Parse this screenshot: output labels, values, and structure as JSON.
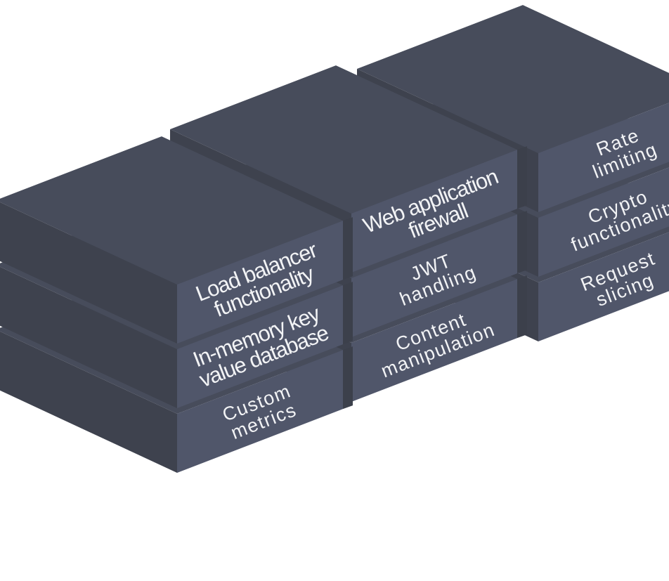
{
  "diagram": {
    "title": "",
    "colors": {
      "front": "#50566a",
      "top": "#474c5b",
      "side": "#3e424e",
      "groove": "#3c404b",
      "text": "#f2f3f5",
      "background": "#ffffff"
    },
    "columns": [
      {
        "id": "left",
        "blocks": [
          {
            "id": "load-balancer",
            "lines": [
              "Load balancer",
              "functionality"
            ],
            "style": "condensed"
          },
          {
            "id": "in-memory-kv",
            "lines": [
              "In-memory key",
              "value database"
            ],
            "style": "condensed"
          },
          {
            "id": "custom-metrics",
            "lines": [
              "Custom",
              "metrics"
            ],
            "style": "wide"
          }
        ]
      },
      {
        "id": "middle",
        "blocks": [
          {
            "id": "web-application-firewall",
            "lines": [
              "Web application",
              "firewall"
            ],
            "style": "condensed"
          },
          {
            "id": "jwt-handling",
            "lines": [
              "JWT",
              "handling"
            ],
            "style": "wide"
          },
          {
            "id": "content-manipulation",
            "lines": [
              "Content",
              "manipulation"
            ],
            "style": "wide"
          }
        ]
      },
      {
        "id": "right",
        "blocks": [
          {
            "id": "rate-limiting",
            "lines": [
              "Rate",
              "limiting"
            ],
            "style": "wide"
          },
          {
            "id": "crypto-functionality",
            "lines": [
              "Crypto",
              "functionality"
            ],
            "style": "wide"
          },
          {
            "id": "request-slicing",
            "lines": [
              "Request",
              "slicing"
            ],
            "style": "wide"
          }
        ]
      }
    ]
  }
}
